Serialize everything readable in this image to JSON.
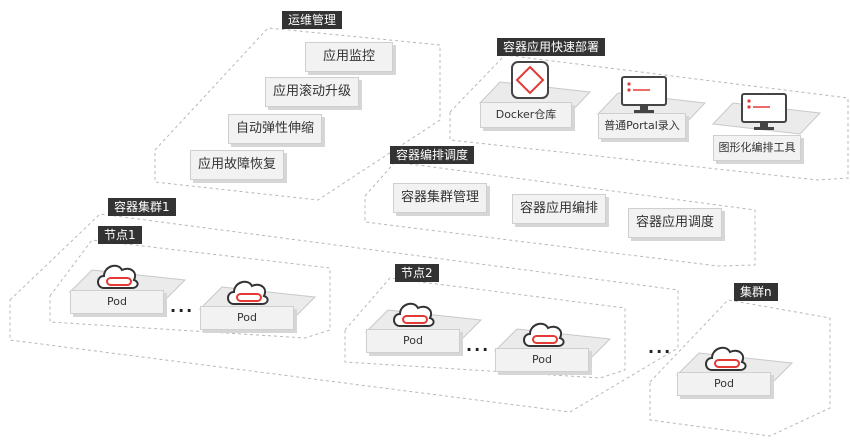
{
  "ops": {
    "title": "运维管理",
    "items": [
      "应用监控",
      "应用滚动升级",
      "自动弹性伸缩",
      "应用故障恢复"
    ]
  },
  "deploy": {
    "title": "容器应用快速部署",
    "items": [
      "Docker仓库",
      "普通Portal录入",
      "图形化编排工具"
    ]
  },
  "orchestrate": {
    "title": "容器编排调度",
    "items": [
      "容器集群管理",
      "容器应用编排",
      "容器应用调度"
    ]
  },
  "cluster1": {
    "title": "容器集群1",
    "node1": {
      "title": "节点1",
      "pods": [
        "Pod",
        "Pod"
      ],
      "ellipsis": "..."
    },
    "node2": {
      "title": "节点2",
      "pods": [
        "Pod",
        "Pod"
      ],
      "ellipsis": "..."
    }
  },
  "cluster_ellipsis": "...",
  "clustern": {
    "title": "集群n",
    "pod": "Pod"
  },
  "colors": {
    "accent": "#e53935",
    "dark": "#333333"
  },
  "icons": [
    "docker-registry-icon",
    "monitor-icon",
    "cloud-container-icon"
  ]
}
